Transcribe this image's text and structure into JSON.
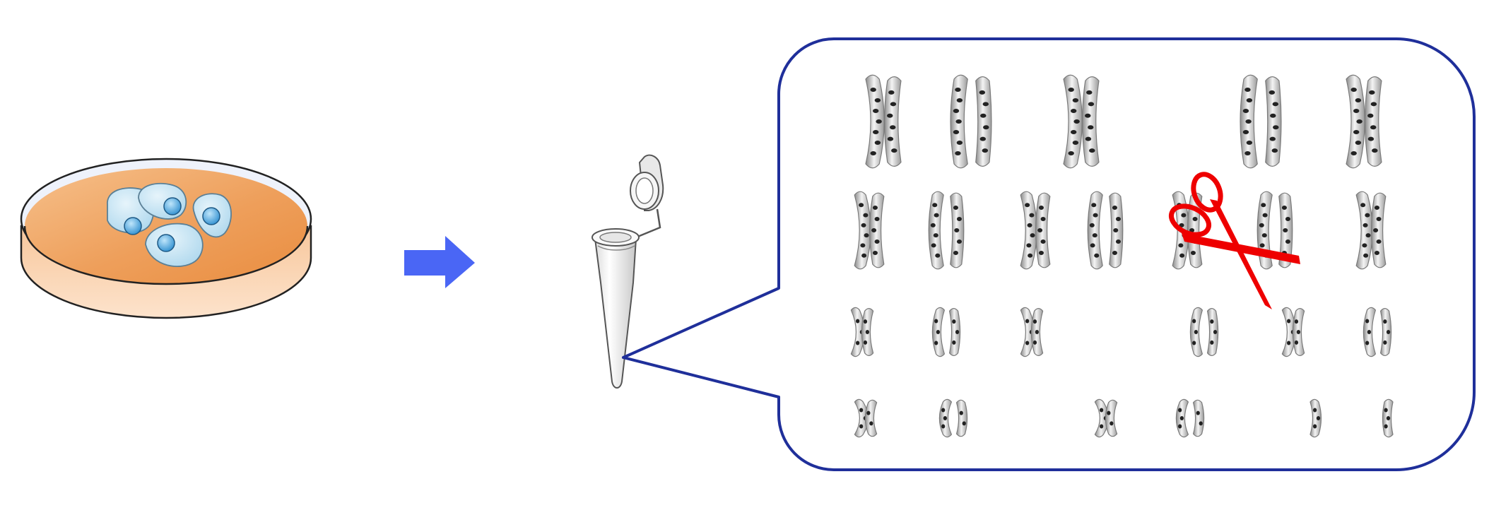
{
  "colors": {
    "background": "#ffffff",
    "dish_fill": "#f0a766",
    "dish_fill_light": "#fbd3b0",
    "dish_rim": "#e8edf8",
    "cell_fill": "#c9e6f3",
    "nucleus_fill": "#5ab0e0",
    "arrow": "#4a66f5",
    "callout_border": "#1f2f9a",
    "scissors": "#ee0000",
    "chromosome_band": "#222222"
  },
  "icons": {
    "dish": "petri-dish-icon",
    "arrow": "right-arrow-icon",
    "tube": "microcentrifuge-tube-icon",
    "scissors": "scissors-icon",
    "chromosome": "chromosome-icon"
  },
  "karyotype": {
    "rows": [
      {
        "groups": [
          2,
          2,
          2,
          2,
          2
        ]
      },
      {
        "groups": [
          2,
          2,
          2,
          2,
          2,
          2,
          2
        ]
      },
      {
        "groups": [
          2,
          2,
          2,
          2,
          2,
          2
        ]
      },
      {
        "groups": [
          2,
          2,
          2,
          2,
          1,
          1
        ]
      }
    ],
    "cut_target": "row 2, group 5"
  }
}
